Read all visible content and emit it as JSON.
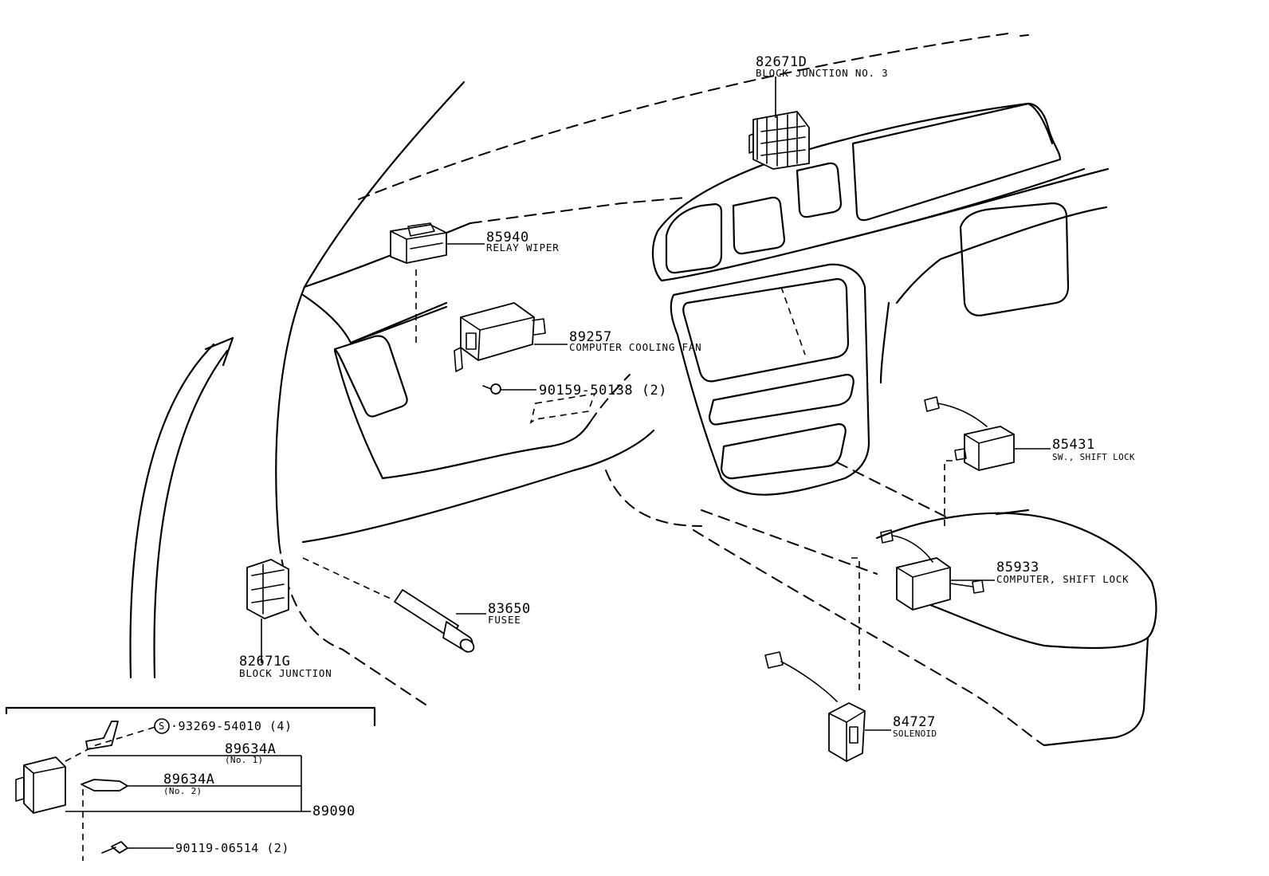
{
  "callouts": {
    "bj3": {
      "number": "82671D",
      "name": "BLOCK JUNCTION NO. 3"
    },
    "relay_wiper": {
      "number": "85940",
      "name": "RELAY WIPER"
    },
    "cooling_fan": {
      "number": "89257",
      "name": "COMPUTER COOLING FAN"
    },
    "screw_fan": {
      "number": "90159-50138 (2)"
    },
    "shift_lock_sw": {
      "number": "85431",
      "name": "SW., SHIFT LOCK"
    },
    "shift_lock_computer": {
      "number": "85933",
      "name": "COMPUTER, SHIFT LOCK"
    },
    "fusee": {
      "number": "83650",
      "name": "FUSEE"
    },
    "block_junction": {
      "number": "82671G",
      "name": "BLOCK JUNCTION"
    },
    "solenoid": {
      "number": "84727",
      "name": "SOLENOID"
    }
  },
  "inset": {
    "screw_s": {
      "symbol": "S",
      "number": "·93269-54010 (4)"
    },
    "bracket1": {
      "number": "89634A",
      "note": "(No. 1)"
    },
    "bracket2": {
      "number": "89634A",
      "note": "(No. 2)"
    },
    "assembly": {
      "number": "89090"
    },
    "bolt": {
      "number": "90119-06514 (2)"
    }
  }
}
